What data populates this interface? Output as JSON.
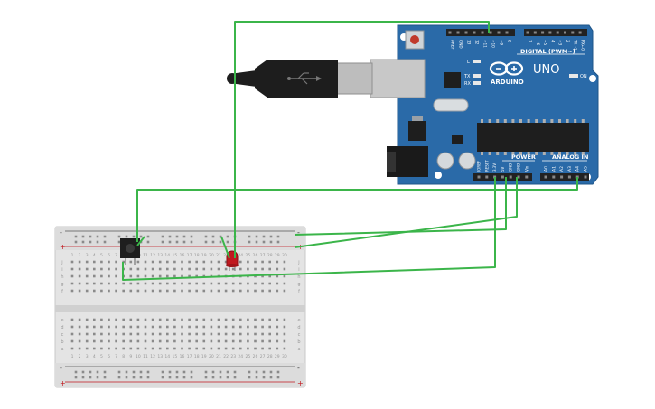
{
  "board": {
    "brand": "ARDUINO",
    "model": "UNO",
    "digital_label": "DIGITAL (PWM~)",
    "power_label": "POWER",
    "analog_label": "ANALOG IN",
    "top_pins": [
      "AREF",
      "GND",
      "13",
      "12",
      "~11",
      "~10",
      "~9",
      "8",
      "7",
      "~6",
      "~5",
      "4",
      "~3",
      "2",
      "TX→1",
      "RX←0"
    ],
    "power_pins": [
      "IOREF",
      "RESET",
      "3.3V",
      "5V",
      "GND",
      "GND",
      "Vin"
    ],
    "analog_pins": [
      "A0",
      "A1",
      "A2",
      "A3",
      "A4",
      "A5"
    ],
    "led_l": "L",
    "led_tx": "TX",
    "led_rx": "RX",
    "led_on": "ON"
  },
  "breadboard": {
    "columns": [
      "1",
      "2",
      "3",
      "4",
      "5",
      "6",
      "7",
      "8",
      "9",
      "10",
      "11",
      "12",
      "13",
      "14",
      "15",
      "16",
      "17",
      "18",
      "19",
      "20",
      "21",
      "22",
      "23",
      "24",
      "25",
      "26",
      "27",
      "28",
      "29",
      "30"
    ],
    "rows_top": [
      "j",
      "i",
      "h",
      "g",
      "f"
    ],
    "rows_bottom": [
      "e",
      "d",
      "c",
      "b",
      "a"
    ],
    "rail_minus": "-",
    "rail_plus": "+"
  },
  "colors": {
    "board": "#2a6aa8",
    "wire": "#3bb54a",
    "led": "#c0191f",
    "breadboard": "#e6e6e6"
  }
}
